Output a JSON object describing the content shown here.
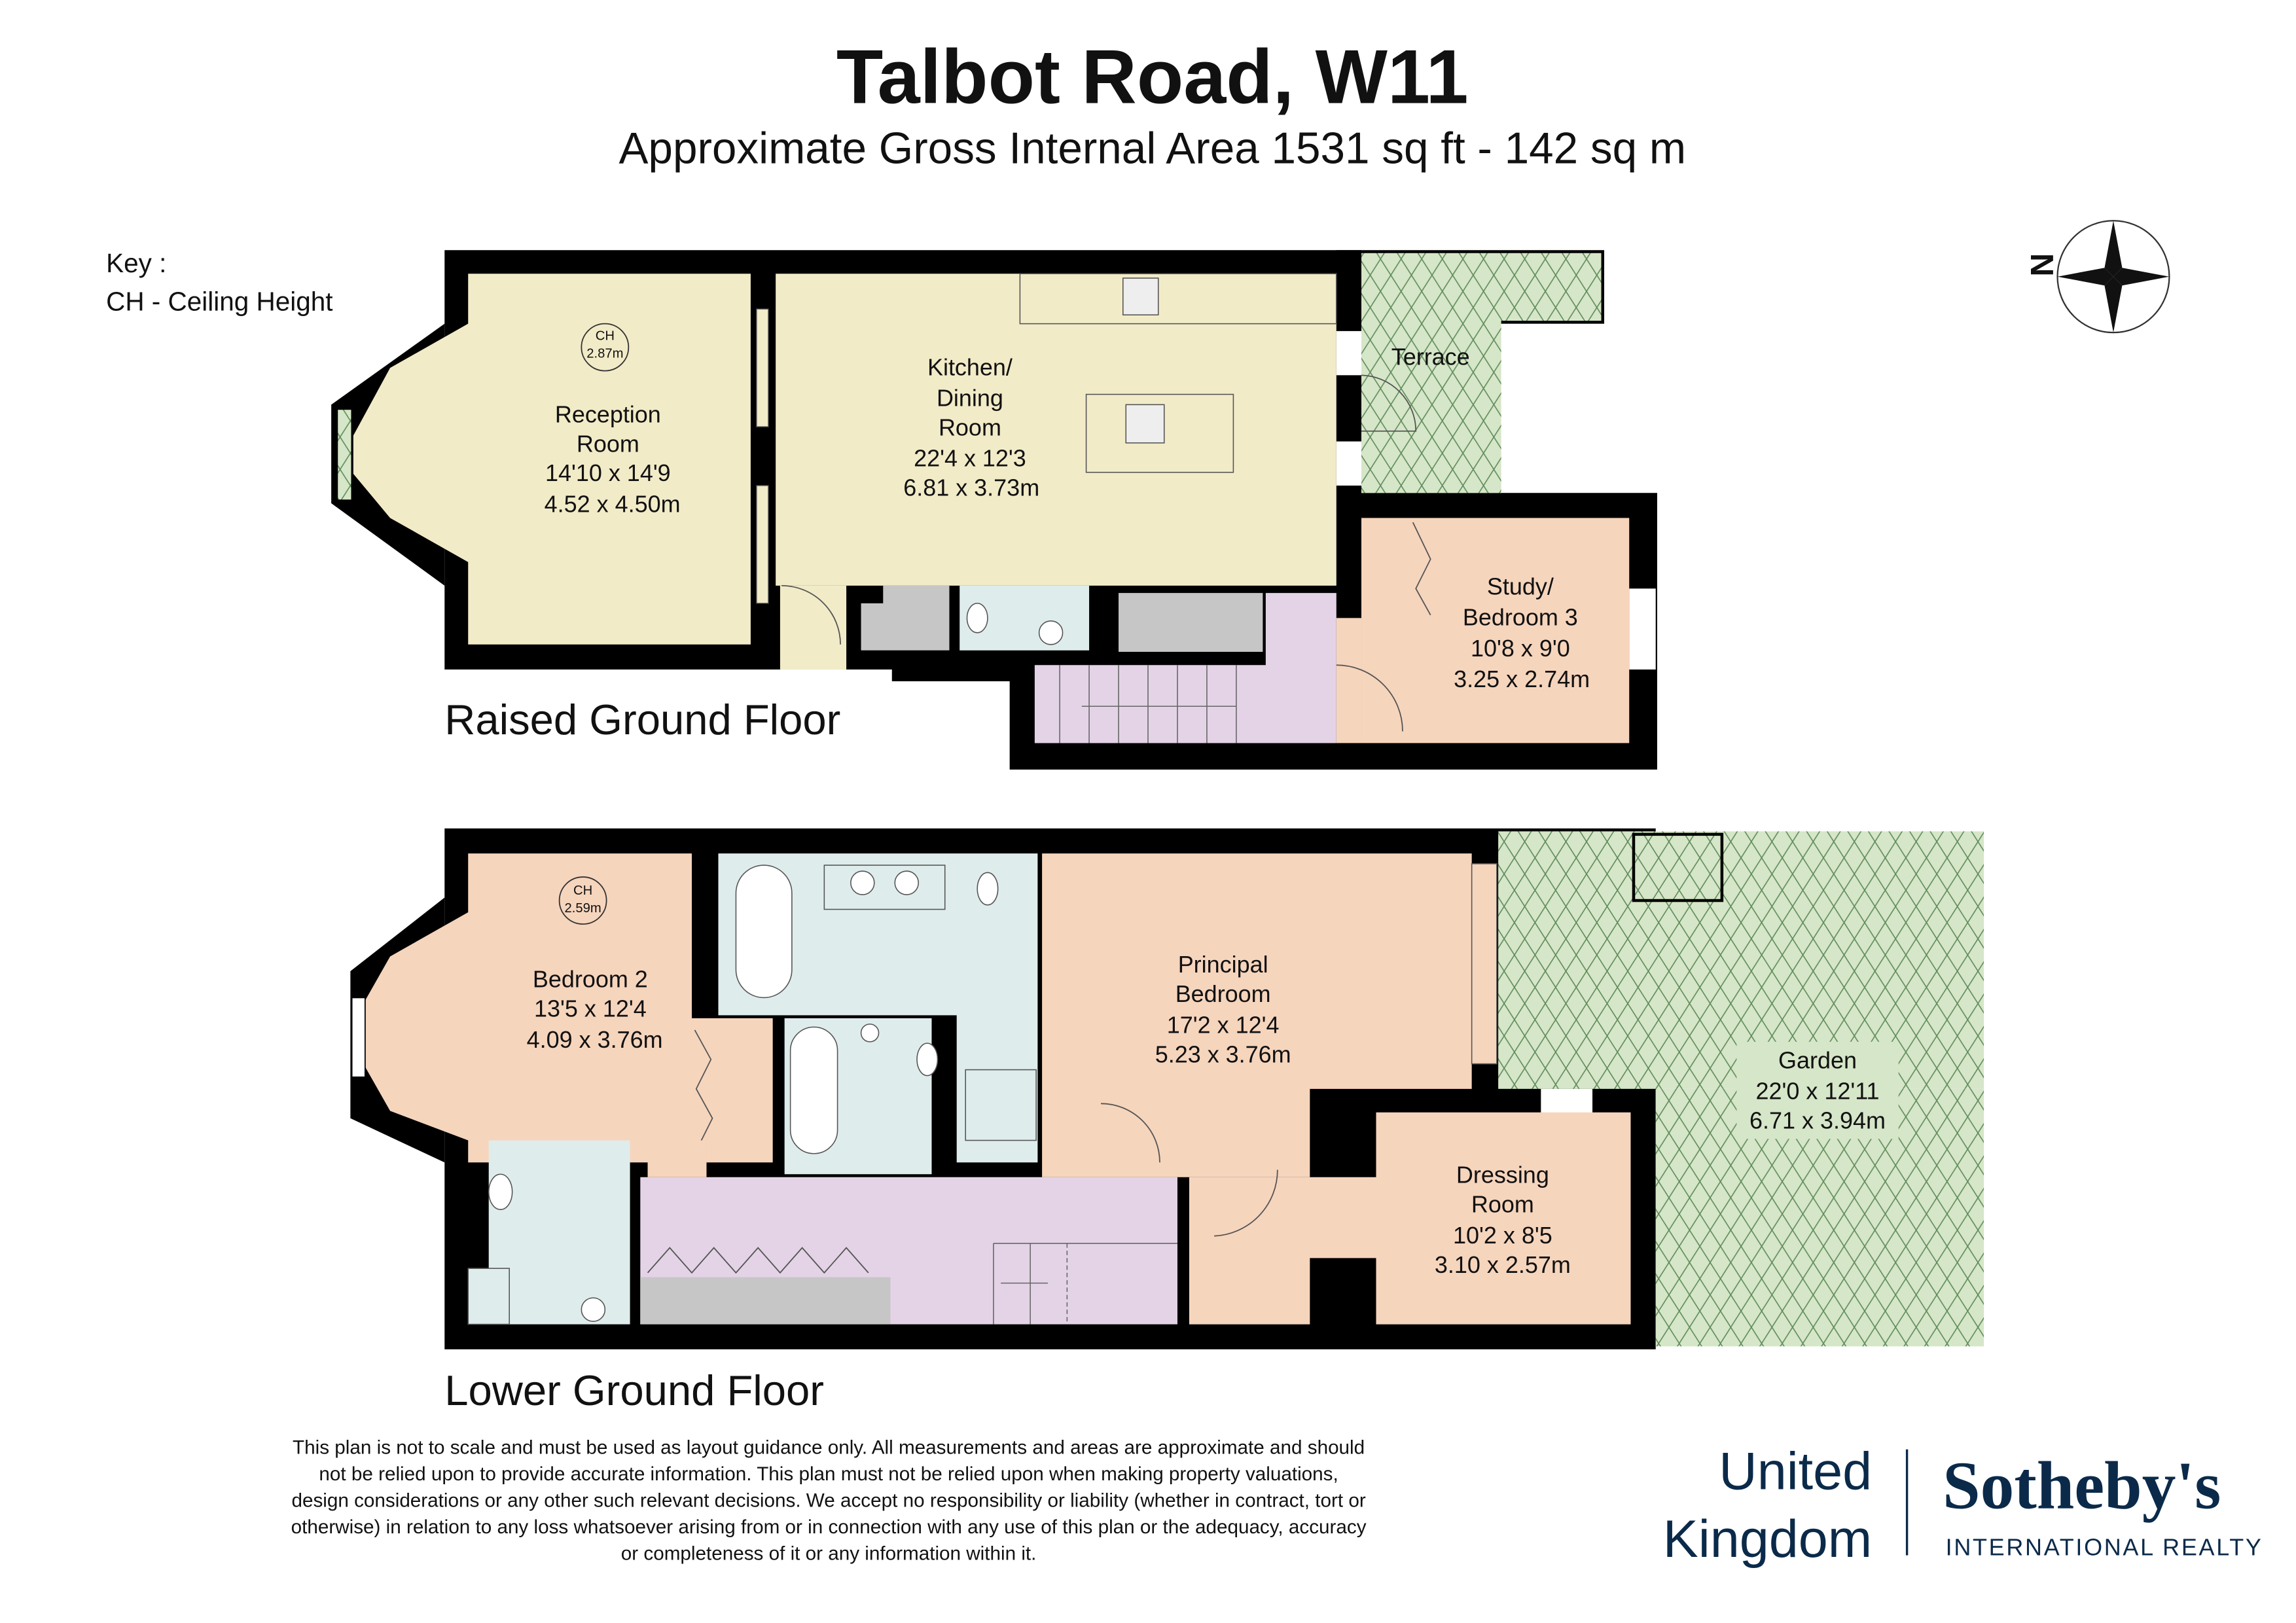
{
  "header": {
    "title": "Talbot Road, W11",
    "subtitle": "Approximate Gross Internal Area 1531 sq ft - 142 sq m"
  },
  "key": {
    "title": "Key :",
    "entry": "CH - Ceiling Height"
  },
  "compass": {
    "label": "N",
    "icon": "compass-rose-icon"
  },
  "colors": {
    "reception": "#f2ebc8",
    "bedroom": "#f6d5bd",
    "bathroom": "#dfecec",
    "hall": "#e4d3e6",
    "outdoor": "#d6e6c8",
    "storage": "#c6c6c6",
    "brand": "#0b2a4a"
  },
  "raised_ground_floor": {
    "label": "Raised Ground Floor",
    "rooms": [
      {
        "name": [
          "Reception",
          "Room"
        ],
        "imperial": "14'10 x 14'9",
        "metric": "4.52 x 4.50m",
        "ceiling": {
          "label": "CH",
          "value": "2.87m"
        }
      },
      {
        "name": [
          "Kitchen/",
          "Dining",
          "Room"
        ],
        "imperial": "22'4 x 12'3",
        "metric": "6.81 x 3.73m"
      },
      {
        "name": [
          "Terrace"
        ]
      },
      {
        "name": [
          "Study/",
          "Bedroom 3"
        ],
        "imperial": "10'8 x 9'0",
        "metric": "3.25 x 2.74m"
      }
    ]
  },
  "lower_ground_floor": {
    "label": "Lower Ground Floor",
    "rooms": [
      {
        "name": [
          "Bedroom 2"
        ],
        "imperial": "13'5 x 12'4",
        "metric": "4.09 x 3.76m",
        "ceiling": {
          "label": "CH",
          "value": "2.59m"
        }
      },
      {
        "name": [
          "Principal",
          "Bedroom"
        ],
        "imperial": "17'2 x 12'4",
        "metric": "5.23 x 3.76m"
      },
      {
        "name": [
          "Garden"
        ],
        "imperial": "22'0 x 12'11",
        "metric": "6.71 x 3.94m"
      },
      {
        "name": [
          "Dressing",
          "Room"
        ],
        "imperial": "10'2 x 8'5",
        "metric": "3.10 x 2.57m"
      }
    ]
  },
  "disclaimer": [
    "This plan is not to scale and must be used as layout guidance only. All measurements and areas are approximate and should",
    "not be relied upon to provide accurate information. This plan must not be relied upon when making property valuations,",
    "design considerations or any other such relevant decisions. We accept no responsibility or liability (whether in contract, tort or",
    "otherwise) in relation to any loss whatsoever arising from or in connection with any use of this plan or the adequacy, accuracy",
    "or completeness of it or any information within it."
  ],
  "logo": {
    "region_line1": "United",
    "region_line2": "Kingdom",
    "brand": "Sotheby's",
    "tagline": "INTERNATIONAL REALTY"
  }
}
